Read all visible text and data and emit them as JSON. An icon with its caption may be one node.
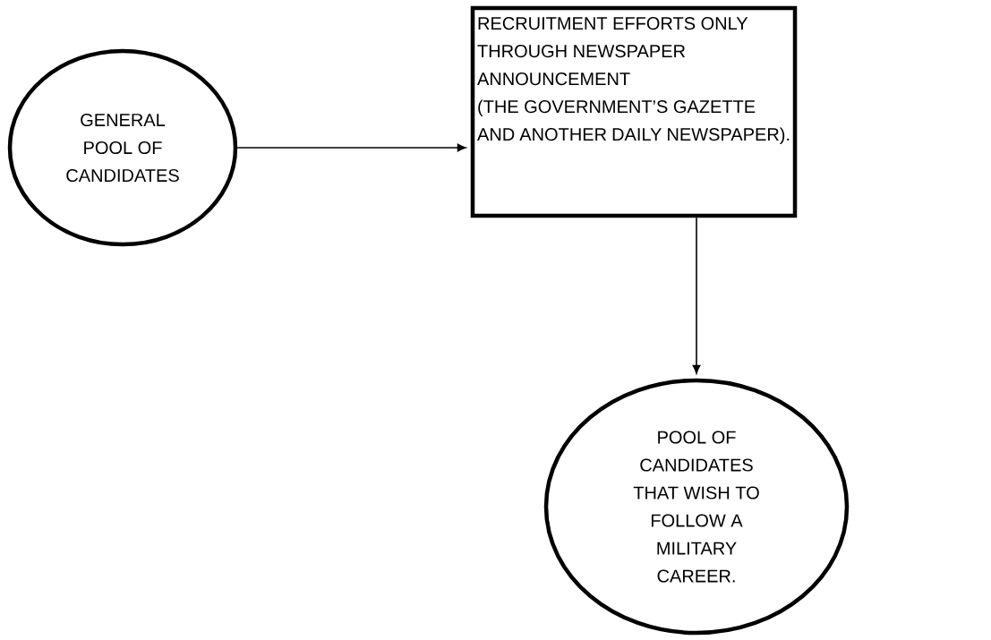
{
  "diagram": {
    "nodes": [
      {
        "text": [
          "GENERAL POOL OF CANDIDATES"
        ]
      },
      {
        "text": [
          "RECRUITMENT EFFORTS ONLY THROUGH NEWSPAPER ANNOUNCEMENT",
          "(THE GOVERNMENT’S GAZETTE AND ANOTHER DAILY NEWSPAPER)."
        ]
      },
      {
        "text": [
          "POOL OF CANDIDATES THAT WISH TO FOLLOW A MILITARY CAREER."
        ]
      }
    ],
    "edges": [
      {
        "from": 0,
        "to": 1,
        "arrow": "to"
      },
      {
        "from": 1,
        "to": 2,
        "arrow": "to"
      }
    ]
  }
}
